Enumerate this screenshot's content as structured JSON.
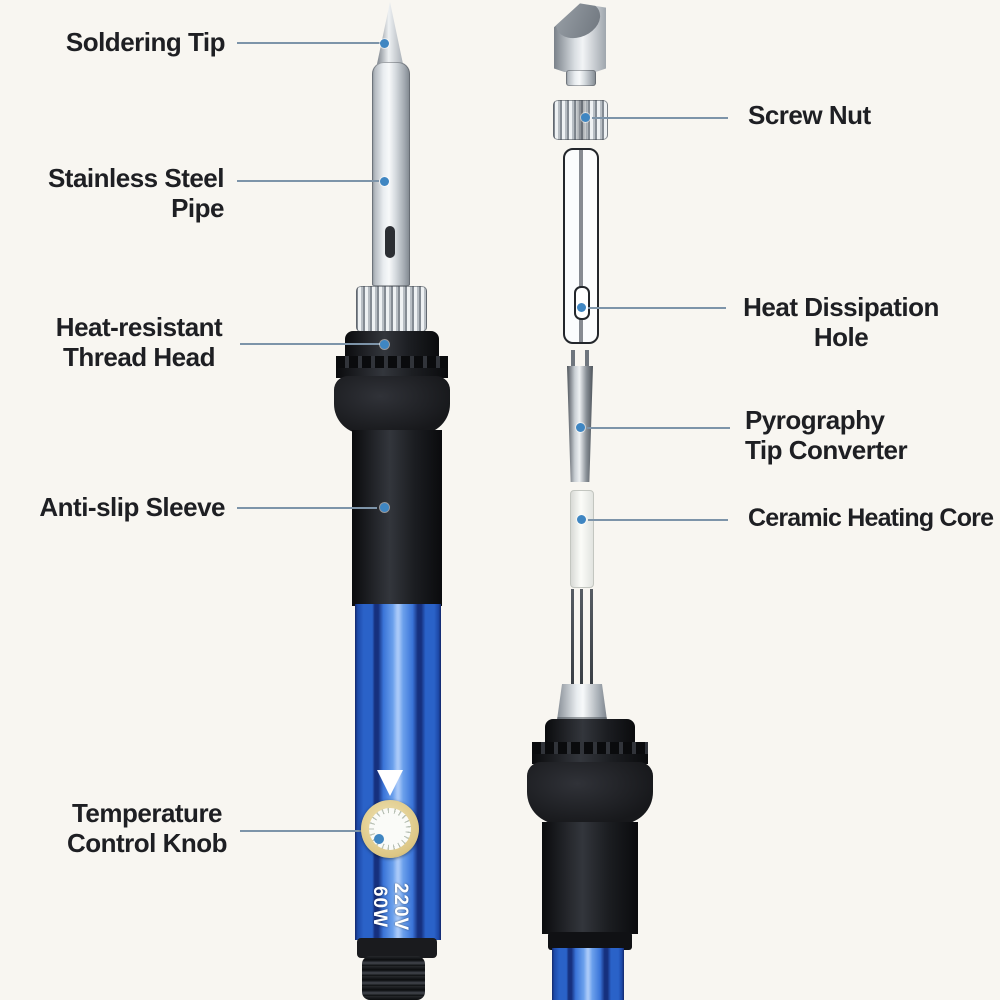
{
  "diagram": {
    "type": "product-parts-callout",
    "product": "temperature-adjustable soldering iron with pyrography attachment",
    "colors": {
      "background": "#f8f6f1",
      "label_text": "#1e1f23",
      "leader_line": "#7d94a9",
      "callout_dot": "#3f86c2",
      "handle_blue": "#2a62c8",
      "handle_black": "#1a1b1e",
      "knob_ring": "#dcc684",
      "metal": "#d6dbdf"
    },
    "callouts": {
      "soldering_tip": {
        "text": "Soldering Tip"
      },
      "stainless_steel_pipe": {
        "text": "Stainless Steel Pipe"
      },
      "heat_resistant_thread_head": {
        "line1": "Heat-resistant",
        "line2": "Thread Head"
      },
      "anti_slip_sleeve": {
        "text": "Anti-slip Sleeve"
      },
      "temperature_control_knob": {
        "line1": "Temperature",
        "line2": "Control Knob"
      },
      "screw_nut": {
        "text": "Screw Nut"
      },
      "heat_dissipation_hole": {
        "line1": "Heat Dissipation",
        "line2": "Hole"
      },
      "pyrography_tip_converter": {
        "line1": "Pyrography",
        "line2": "Tip Converter"
      },
      "ceramic_heating_core": {
        "text": "Ceramic Heating Core"
      }
    },
    "handle_markings": {
      "voltage": "220V",
      "wattage": "60W"
    }
  }
}
